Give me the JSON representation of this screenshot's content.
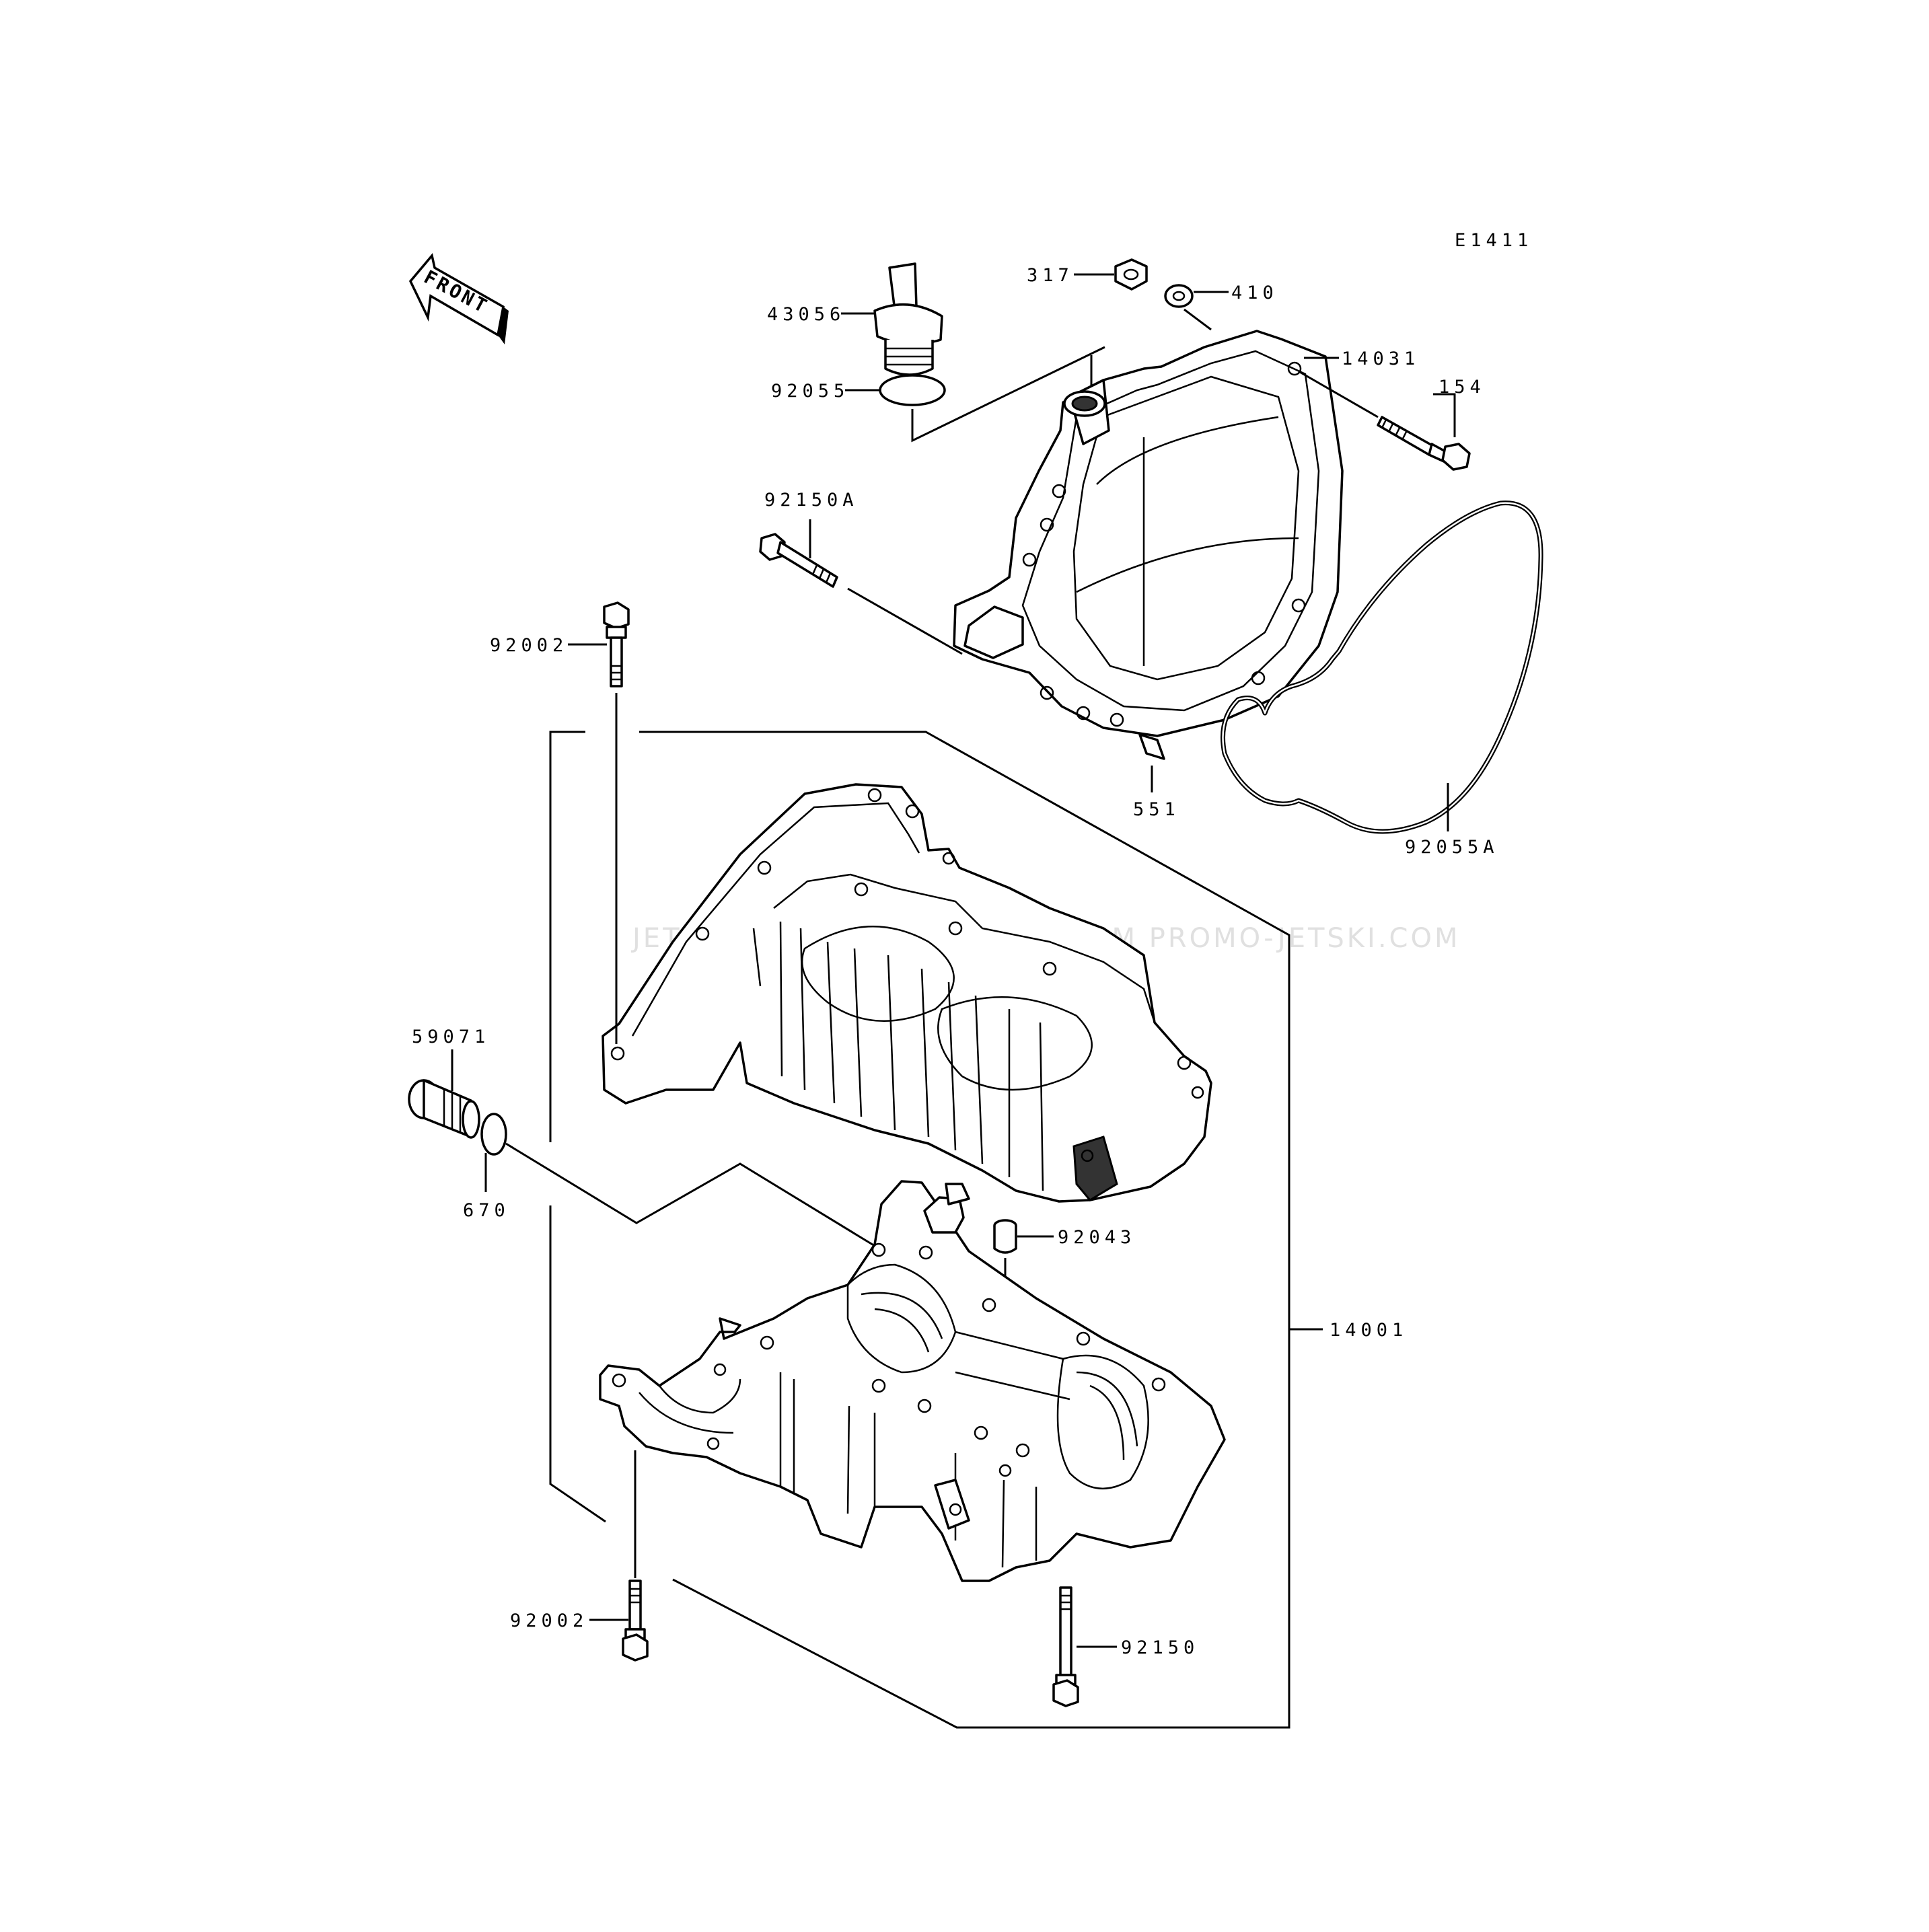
{
  "diagram": {
    "figure_code": "E1411",
    "front_arrow_label": "FRONT",
    "watermark": "JETSKI.COM PROMO-JETSKI.COM PROMO-JETSKI.COM",
    "part_labels": {
      "p43056": "43056",
      "p317": "317",
      "p410": "410",
      "p14031": "14031",
      "p154": "154",
      "p92055": "92055",
      "p92150A": "92150A",
      "p92002_top": "92002",
      "p551": "551",
      "p92055A": "92055A",
      "p59071": "59071",
      "p670": "670",
      "p92043": "92043",
      "p14001": "14001",
      "p92002_bottom": "92002",
      "p92150": "92150"
    }
  }
}
